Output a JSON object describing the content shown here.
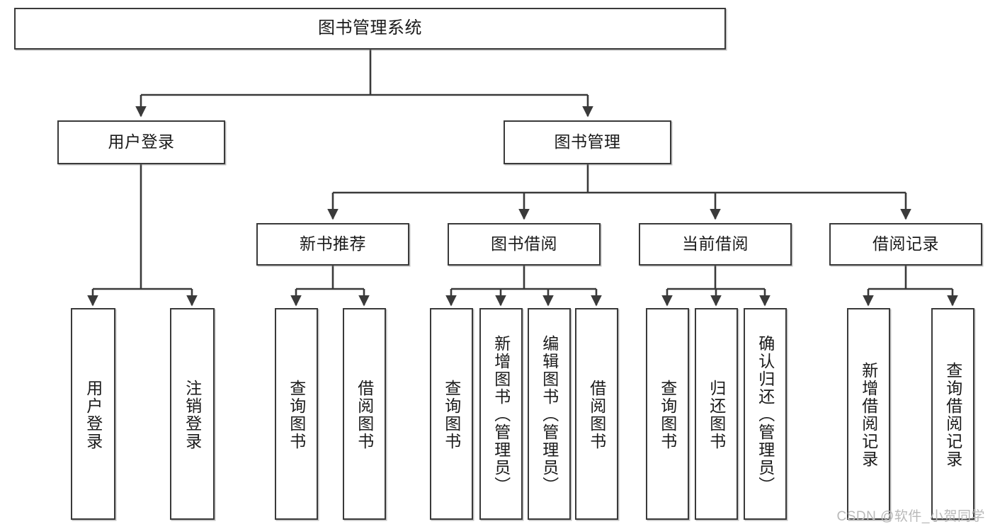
{
  "diagram": {
    "title": "图书管理系统",
    "type": "hierarchy-tree",
    "root": {
      "label": "图书管理系统"
    },
    "level2": [
      {
        "label": "用户登录"
      },
      {
        "label": "图书管理"
      }
    ],
    "level3": [
      {
        "label": "新书推荐"
      },
      {
        "label": "图书借阅"
      },
      {
        "label": "当前借阅"
      },
      {
        "label": "借阅记录"
      }
    ],
    "leaves": {
      "user_login": [
        {
          "label": "用户登录"
        },
        {
          "label": "注销登录"
        }
      ],
      "new_book_recommend": [
        {
          "label": "查询图书"
        },
        {
          "label": "借阅图书"
        }
      ],
      "book_borrow": [
        {
          "label": "查询图书"
        },
        {
          "label": "新增图书（管理员）"
        },
        {
          "label": "编辑图书（管理员）"
        },
        {
          "label": "借阅图书"
        }
      ],
      "current_borrow": [
        {
          "label": "查询图书"
        },
        {
          "label": "归还图书"
        },
        {
          "label": "确认归还（管理员）"
        }
      ],
      "borrow_record": [
        {
          "label": "新增借阅记录"
        },
        {
          "label": "查询借阅记录"
        }
      ]
    }
  },
  "watermark": {
    "text": "CSDN @软件_小贺同学"
  },
  "colors": {
    "background": "#ffffff",
    "box_border": "#3a3a3a",
    "box_fill": "#ffffff",
    "edge": "#3a3a3a",
    "text": "#1a1a1a",
    "watermark": "#b9b9b9"
  }
}
